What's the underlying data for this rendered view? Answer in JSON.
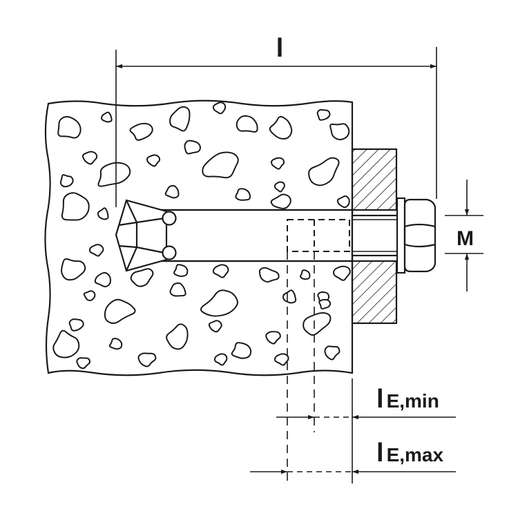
{
  "diagram": {
    "labels": {
      "length": "l",
      "thread": "M",
      "embed_min_l": "l",
      "embed_min_sub": "E,min",
      "embed_max_l": "l",
      "embed_max_sub": "E,max"
    },
    "colors": {
      "line": "#1a1a1a",
      "concrete_fill": "#ffffff",
      "hatch": "#1a1a1a",
      "background": "#ffffff"
    }
  }
}
